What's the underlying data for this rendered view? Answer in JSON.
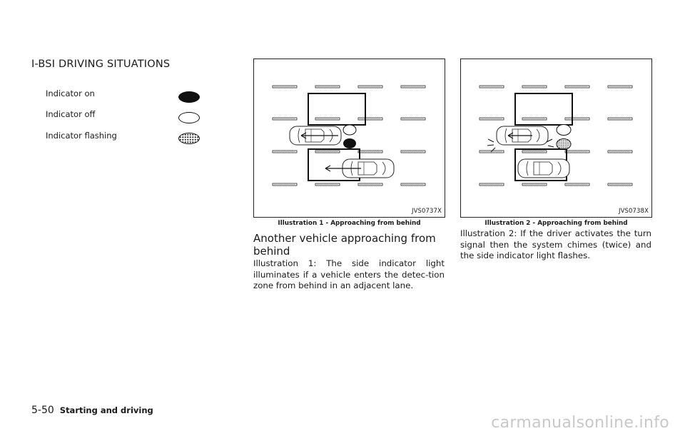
{
  "section_heading": "I-BSI DRIVING SITUATIONS",
  "legend": [
    {
      "label": "Indicator on",
      "icon": "indicator-on-icon"
    },
    {
      "label": "Indicator off",
      "icon": "indicator-off-icon"
    },
    {
      "label": "Indicator flashing",
      "icon": "indicator-flashing-icon"
    }
  ],
  "figures": [
    {
      "code": "JVS0737X",
      "caption": "Illustration 1 - Approaching from behind"
    },
    {
      "code": "JVS0738X",
      "caption": "Illustration 2 - Approaching from behind"
    }
  ],
  "subheading": "Another vehicle approaching from behind",
  "paragraphs": [
    "Illustration 1: The side indicator light illuminates if a vehicle enters the detec-tion zone from behind in an adjacent lane.",
    "Illustration 2: If the driver activates the turn signal then the system chimes (twice) and the side indicator light flashes."
  ],
  "footer": {
    "page_number": "5-50",
    "section": "Starting and driving"
  },
  "watermark": "carmanualsonline.info",
  "colors": {
    "ink": "#1a1a1a",
    "watermark": "#c8c8c8"
  }
}
